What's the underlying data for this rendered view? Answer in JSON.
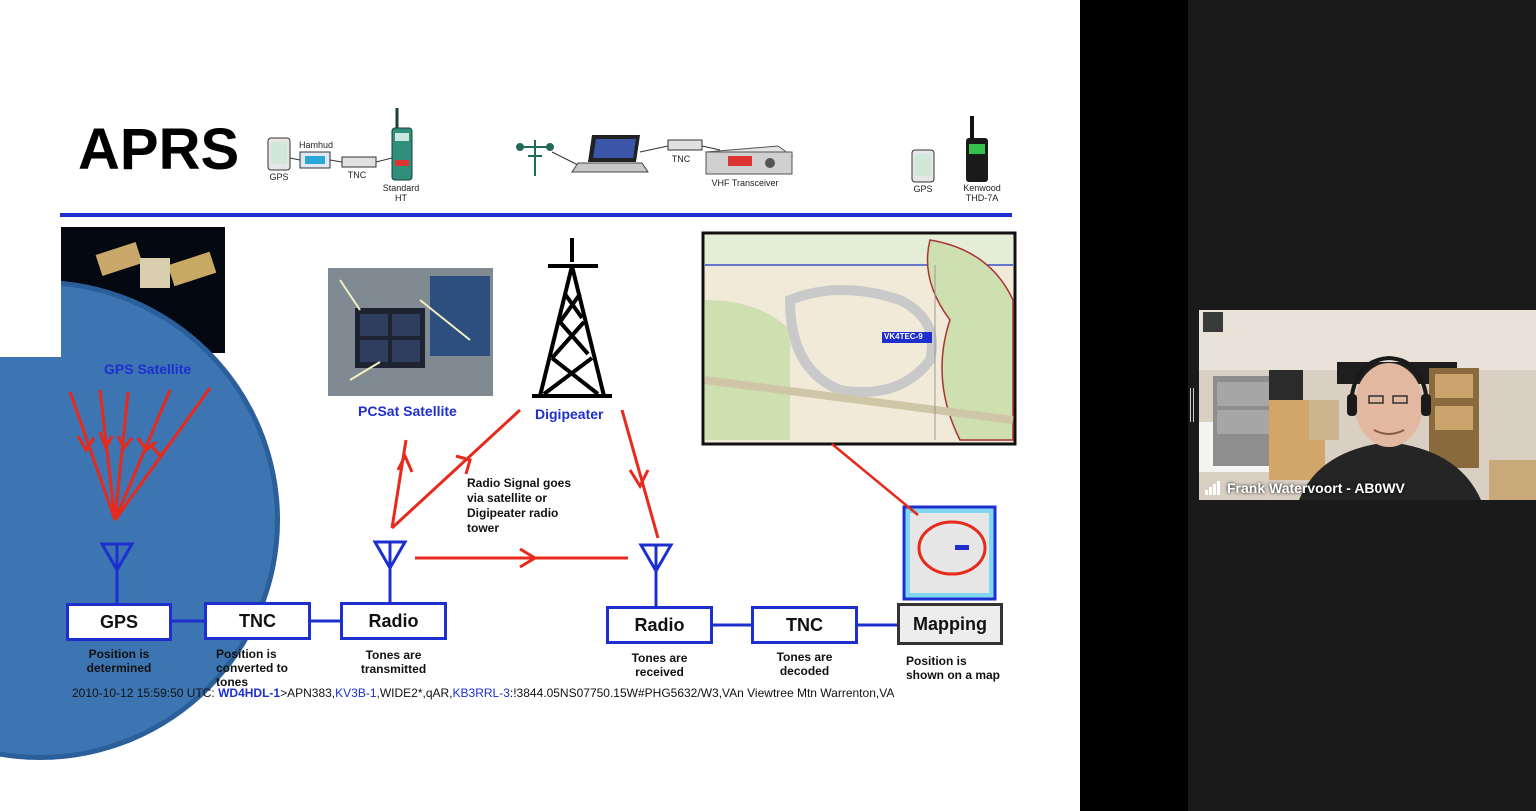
{
  "slide": {
    "title": "APRS",
    "header_devices": {
      "gps": "GPS",
      "hamhud": "Hamhud",
      "tnc": "TNC",
      "standard_ht": "Standard\nHT",
      "tnc2": "TNC",
      "vhf_transceiver": "VHF Transceiver",
      "gps2": "GPS",
      "kenwood": "Kenwood\nTHD-7A"
    },
    "labels": {
      "gps_satellite": "GPS Satellite",
      "pcsat_satellite": "PCSat Satellite",
      "digipeater": "Digipeater",
      "radio_signal": "Radio Signal goes\nvia satellite or\nDigipeater radio\ntower"
    },
    "boxes": {
      "gps": "GPS",
      "tnc_left": "TNC",
      "radio_left": "Radio",
      "radio_right": "Radio",
      "tnc_right": "TNC",
      "mapping": "Mapping"
    },
    "captions": {
      "gps": "Position is\ndetermined",
      "tnc_left": "Position is\nconverted to\ntones",
      "radio_left": "Tones are\ntransmitted",
      "radio_right": "Tones are\nreceived",
      "tnc_right": "Tones are\ndecoded",
      "mapping": "Position is\nshown on a map"
    },
    "map_callsign": "VK4TEC-9",
    "aprs_packet": {
      "timestamp": "2010-10-12 15:59:50 UTC: ",
      "source": "WD4HDL-1",
      "path_a": ">APN383,",
      "digi": "KV3B-1",
      "path_b": ",WIDE2*,qAR,",
      "igate": "KB3RRL-3",
      "payload": ":!3844.05NS07750.15W#PHG5632/W3,VAn Viewtree Mtn Warrenton,VA"
    }
  },
  "participant": {
    "name": "Frank Watervoort - AB0WV"
  },
  "colors": {
    "accent_blue": "#1e2fd0",
    "arrow_red": "#e8291c"
  }
}
